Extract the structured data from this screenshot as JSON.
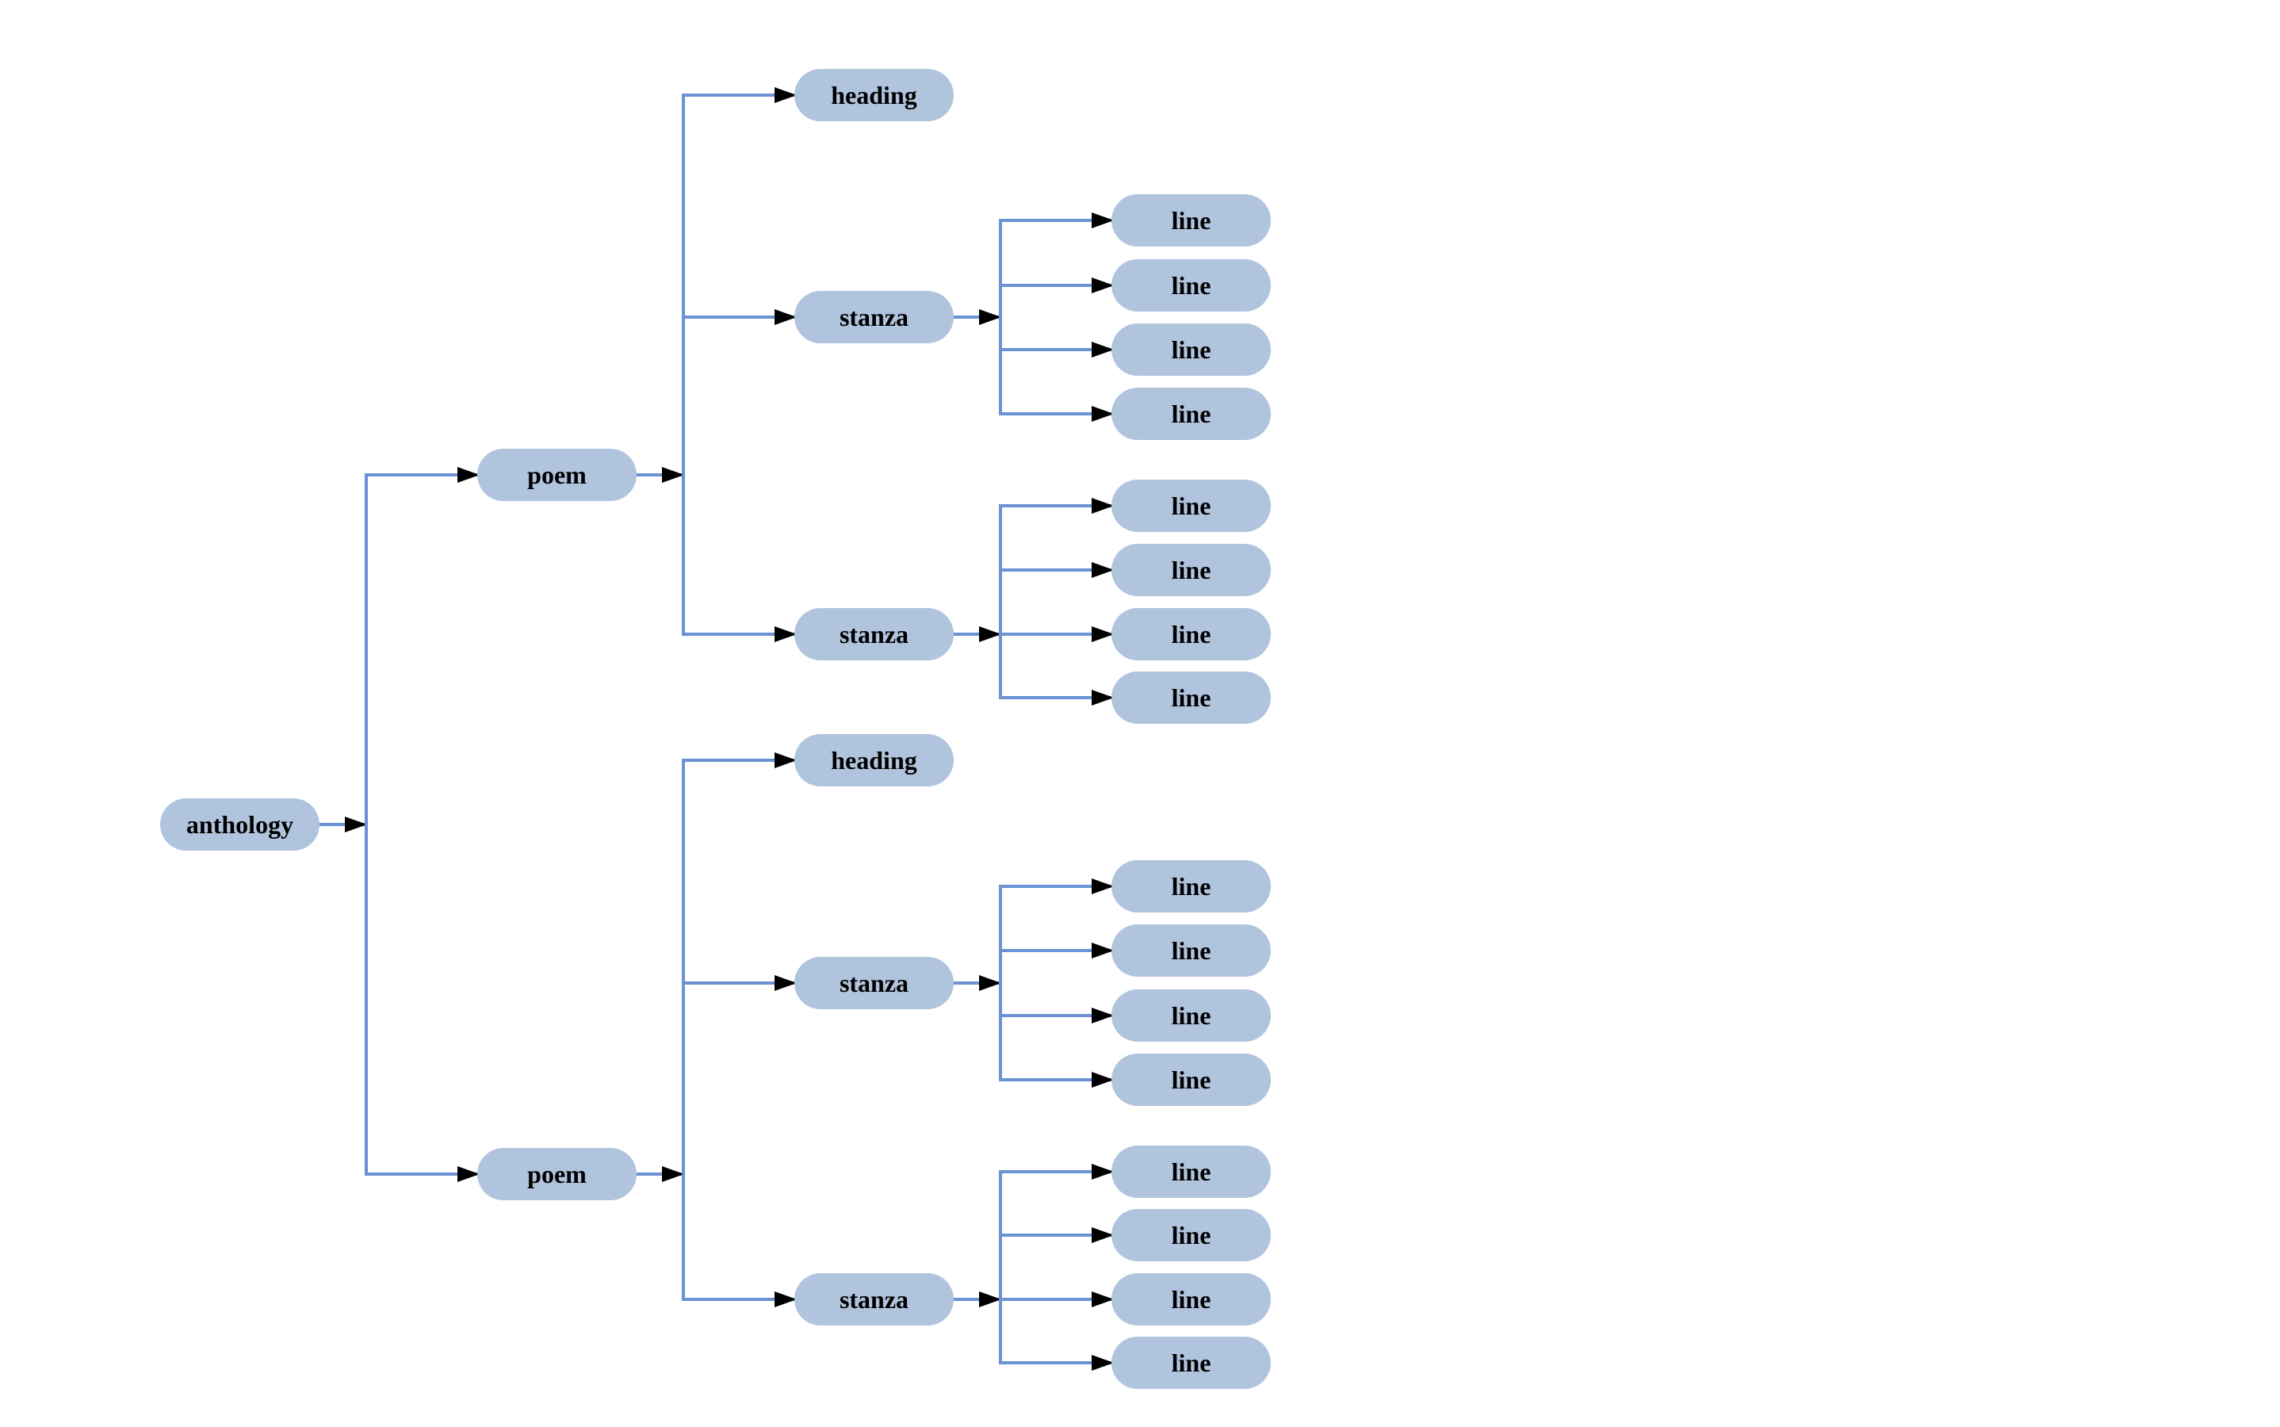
{
  "diagram": {
    "type": "tree",
    "background": "#ffffff",
    "node_fill": "#b0c4de",
    "edge_color": "#6a92d4",
    "arrow_color": "#000000",
    "text_color": "#000000",
    "root": {
      "id": "anthology",
      "label": "anthology",
      "children": [
        {
          "id": "poem-1",
          "label": "poem",
          "children": [
            {
              "id": "heading-1",
              "label": "heading",
              "children": []
            },
            {
              "id": "stanza-1",
              "label": "stanza",
              "children": [
                {
                  "id": "s1-line-1",
                  "label": "line",
                  "children": []
                },
                {
                  "id": "s1-line-2",
                  "label": "line",
                  "children": []
                },
                {
                  "id": "s1-line-3",
                  "label": "line",
                  "children": []
                },
                {
                  "id": "s1-line-4",
                  "label": "line",
                  "children": []
                }
              ]
            },
            {
              "id": "stanza-2",
              "label": "stanza",
              "children": [
                {
                  "id": "s2-line-1",
                  "label": "line",
                  "children": []
                },
                {
                  "id": "s2-line-2",
                  "label": "line",
                  "children": []
                },
                {
                  "id": "s2-line-3",
                  "label": "line",
                  "children": []
                },
                {
                  "id": "s2-line-4",
                  "label": "line",
                  "children": []
                }
              ]
            }
          ]
        },
        {
          "id": "poem-2",
          "label": "poem",
          "children": [
            {
              "id": "heading-2",
              "label": "heading",
              "children": []
            },
            {
              "id": "stanza-3",
              "label": "stanza",
              "children": [
                {
                  "id": "s3-line-1",
                  "label": "line",
                  "children": []
                },
                {
                  "id": "s3-line-2",
                  "label": "line",
                  "children": []
                },
                {
                  "id": "s3-line-3",
                  "label": "line",
                  "children": []
                },
                {
                  "id": "s3-line-4",
                  "label": "line",
                  "children": []
                }
              ]
            },
            {
              "id": "stanza-4",
              "label": "stanza",
              "children": [
                {
                  "id": "s4-line-1",
                  "label": "line",
                  "children": []
                },
                {
                  "id": "s4-line-2",
                  "label": "line",
                  "children": []
                },
                {
                  "id": "s4-line-3",
                  "label": "line",
                  "children": []
                },
                {
                  "id": "s4-line-4",
                  "label": "line",
                  "children": []
                }
              ]
            }
          ]
        }
      ]
    }
  }
}
